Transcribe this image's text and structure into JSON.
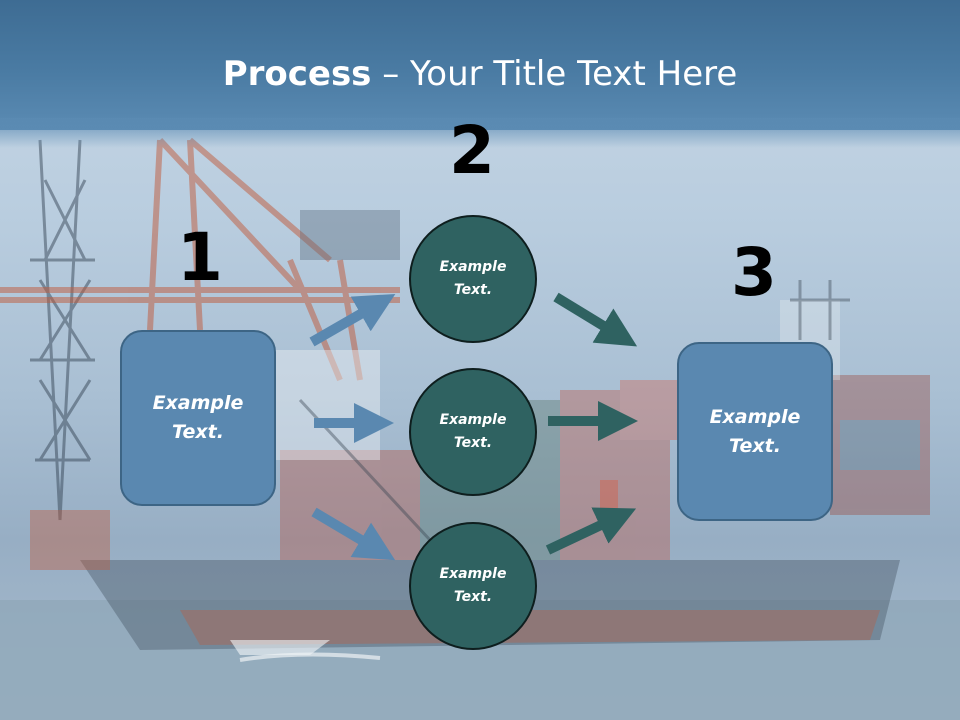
{
  "title": {
    "bold": "Process",
    "rest": " – Your Title Text Here"
  },
  "steps": {
    "n1": "1",
    "n2": "2",
    "n3": "3"
  },
  "left_box": {
    "line1": "Example",
    "line2": "Text."
  },
  "right_box": {
    "line1": "Example",
    "line2": "Text."
  },
  "circles": [
    {
      "line1": "Example",
      "line2": "Text."
    },
    {
      "line1": "Example",
      "line2": "Text."
    },
    {
      "line1": "Example",
      "line2": "Text."
    }
  ],
  "colors": {
    "title_band": "#4a7ba3",
    "box_fill": "#5a88b0",
    "circle_fill": "#2f6261",
    "arrow_blue": "#5a88b0",
    "arrow_teal": "#2f6261"
  }
}
